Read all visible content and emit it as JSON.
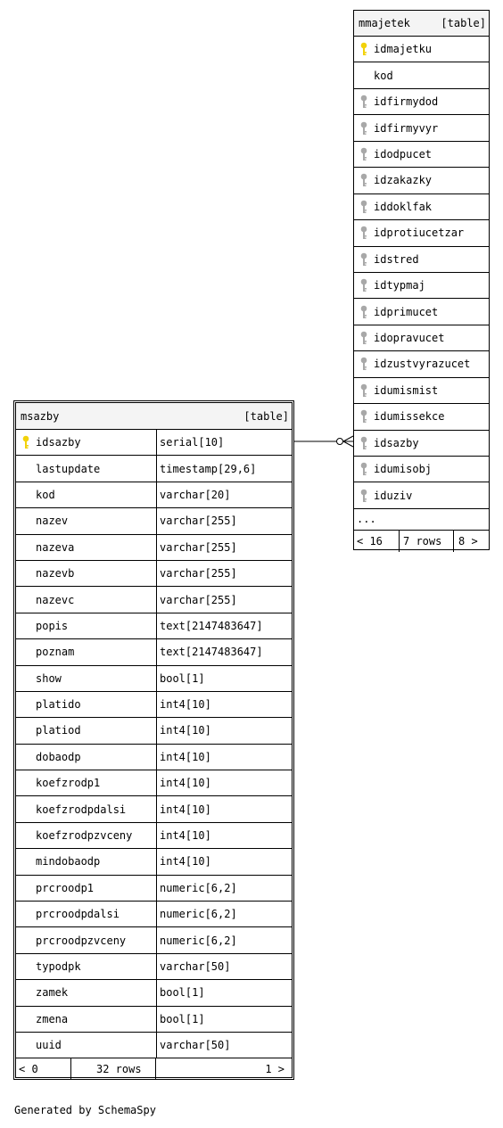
{
  "mmajetek": {
    "name": "mmajetek",
    "kind": "[table]",
    "columns": [
      {
        "name": "idmajetku",
        "key": "primary"
      },
      {
        "name": "kod",
        "key": "none"
      },
      {
        "name": "idfirmydod",
        "key": "foreign"
      },
      {
        "name": "idfirmyvyr",
        "key": "foreign"
      },
      {
        "name": "idodpucet",
        "key": "foreign"
      },
      {
        "name": "idzakazky",
        "key": "foreign"
      },
      {
        "name": "iddoklfak",
        "key": "foreign"
      },
      {
        "name": "idprotiucetzar",
        "key": "foreign"
      },
      {
        "name": "idstred",
        "key": "foreign"
      },
      {
        "name": "idtypmaj",
        "key": "foreign"
      },
      {
        "name": "idprimucet",
        "key": "foreign"
      },
      {
        "name": "idopravucet",
        "key": "foreign"
      },
      {
        "name": "idzustvyrazucet",
        "key": "foreign"
      },
      {
        "name": "idumismist",
        "key": "foreign"
      },
      {
        "name": "idumissekce",
        "key": "foreign"
      },
      {
        "name": "idsazby",
        "key": "foreign"
      },
      {
        "name": "idumisobj",
        "key": "foreign"
      },
      {
        "name": "iduziv",
        "key": "foreign"
      }
    ],
    "ellipsis": "...",
    "footer": {
      "left": "< 16",
      "middle": "7 rows",
      "right": "8 >"
    }
  },
  "msazby": {
    "name": "msazby",
    "kind": "[table]",
    "columns": [
      {
        "name": "idsazby",
        "type": "serial[10]",
        "key": "primary"
      },
      {
        "name": "lastupdate",
        "type": "timestamp[29,6]",
        "key": "none"
      },
      {
        "name": "kod",
        "type": "varchar[20]",
        "key": "none"
      },
      {
        "name": "nazev",
        "type": "varchar[255]",
        "key": "none"
      },
      {
        "name": "nazeva",
        "type": "varchar[255]",
        "key": "none"
      },
      {
        "name": "nazevb",
        "type": "varchar[255]",
        "key": "none"
      },
      {
        "name": "nazevc",
        "type": "varchar[255]",
        "key": "none"
      },
      {
        "name": "popis",
        "type": "text[2147483647]",
        "key": "none"
      },
      {
        "name": "poznam",
        "type": "text[2147483647]",
        "key": "none"
      },
      {
        "name": "show",
        "type": "bool[1]",
        "key": "none"
      },
      {
        "name": "platido",
        "type": "int4[10]",
        "key": "none"
      },
      {
        "name": "platiod",
        "type": "int4[10]",
        "key": "none"
      },
      {
        "name": "dobaodp",
        "type": "int4[10]",
        "key": "none"
      },
      {
        "name": "koefzrodp1",
        "type": "int4[10]",
        "key": "none"
      },
      {
        "name": "koefzrodpdalsi",
        "type": "int4[10]",
        "key": "none"
      },
      {
        "name": "koefzrodpzvceny",
        "type": "int4[10]",
        "key": "none"
      },
      {
        "name": "mindobaodp",
        "type": "int4[10]",
        "key": "none"
      },
      {
        "name": "prcroodp1",
        "type": "numeric[6,2]",
        "key": "none"
      },
      {
        "name": "prcroodpdalsi",
        "type": "numeric[6,2]",
        "key": "none"
      },
      {
        "name": "prcroodpzvceny",
        "type": "numeric[6,2]",
        "key": "none"
      },
      {
        "name": "typodpk",
        "type": "varchar[50]",
        "key": "none"
      },
      {
        "name": "zamek",
        "type": "bool[1]",
        "key": "none"
      },
      {
        "name": "zmena",
        "type": "bool[1]",
        "key": "none"
      },
      {
        "name": "uuid",
        "type": "varchar[50]",
        "key": "none"
      }
    ],
    "footer": {
      "left": "< 0",
      "middle": "32 rows",
      "right": "1 >"
    }
  },
  "colors": {
    "primary_key": "#f2d20a",
    "foreign_key": "#a8a8a8",
    "header_bg": "#f4f4f4"
  },
  "generated_by": "Generated by SchemaSpy"
}
